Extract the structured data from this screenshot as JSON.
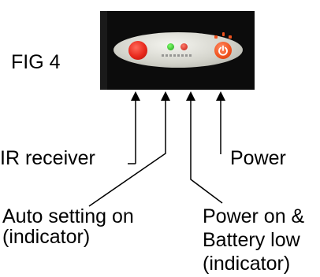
{
  "figure_label": "FIG 4",
  "callouts": {
    "ir_receiver": "IR receiver",
    "power": "Power",
    "auto_setting": [
      "Auto setting on",
      "(indicator)"
    ],
    "power_battery": [
      "Power on &",
      "Battery low",
      "(indicator)"
    ]
  },
  "colors": {
    "panel_background": "#0c0c0c",
    "ir_receiver": "#e8281c",
    "auto_setting_led": "#2fc02a",
    "power_led": "#d01a12",
    "power_button": "#f0511c"
  },
  "icons": [
    "power-symbol-icon"
  ]
}
